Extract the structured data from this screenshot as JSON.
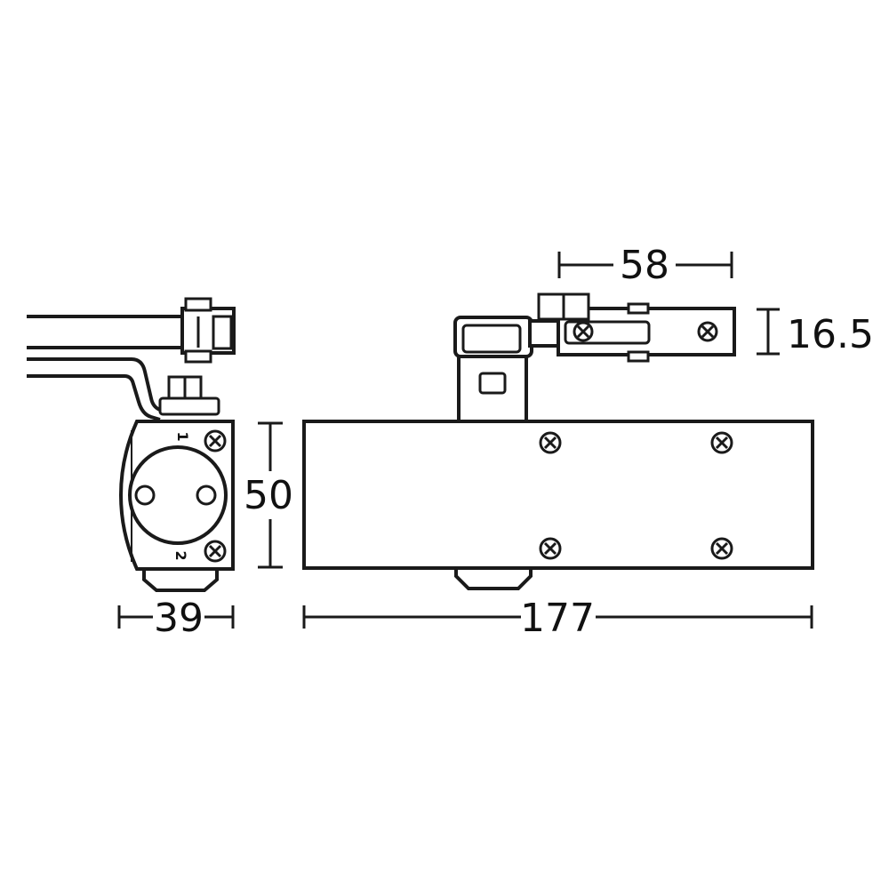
{
  "dimensions": {
    "body_length": "177",
    "body_height": "50",
    "body_depth": "39",
    "arm_bracket_length": "58",
    "arm_bracket_height": "16.5"
  },
  "side_view": {
    "mounting_marker_top": "1",
    "mounting_marker_bottom": "2"
  }
}
